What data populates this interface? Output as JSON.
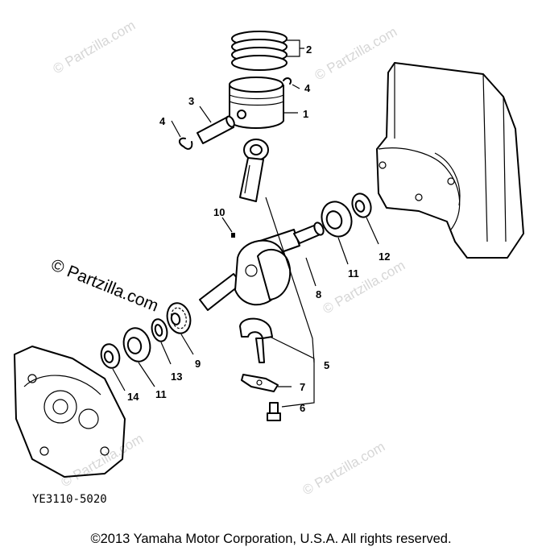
{
  "watermark": "© Partzilla.com",
  "diagram_code": "YE3110-5020",
  "copyright": "©2013  Yamaha Motor Corporation, U.S.A. All rights reserved.",
  "callouts": [
    "1",
    "2",
    "3",
    "4",
    "4",
    "5",
    "6",
    "7",
    "8",
    "9",
    "10",
    "11",
    "11",
    "12",
    "13",
    "14"
  ]
}
